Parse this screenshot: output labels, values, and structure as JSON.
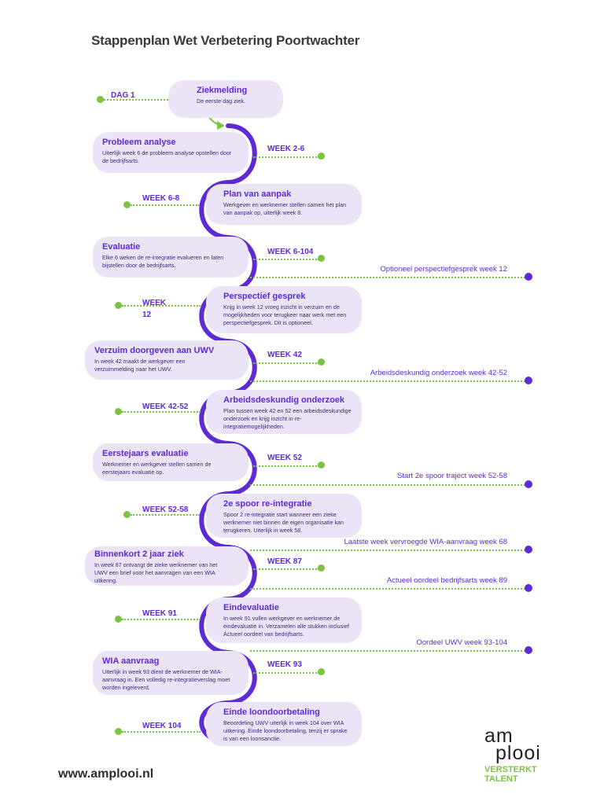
{
  "title": "Stappenplan Wet Verbetering Poortwachter",
  "start": {
    "label": "DAG 1",
    "heading": "Ziekmelding",
    "description": "De eerste dag ziek."
  },
  "steps": [
    {
      "heading": "Probleem analyse",
      "description": "Uiterlijk week 6 de probleem analyse opstellen door de bedrijfsarts.",
      "week": "WEEK 2-6"
    },
    {
      "heading": "Plan van aanpak",
      "description": "Werkgever en werknemer stellen samen het plan van aanpak op, uiterlijk week 8.",
      "week": "WEEK 6-8"
    },
    {
      "heading": "Evaluatie",
      "description": "Elke 6 weken de re-integratie evalueren en laten bijstellen door de bedrijfsarts.",
      "week": "WEEK 6-104"
    },
    {
      "heading": "Perspectief gesprek",
      "description": "Krijg in week 12 vroeg inzicht in verzuim en de mogelijkheden voor terugkeer naar werk met een perspectiefgesprek. Dit is optioneel.",
      "week": "WEEK 12"
    },
    {
      "heading": "Verzuim doorgeven aan UWV",
      "description": "In week 42 maakt de werkgever een verzuimmelding naar het UWV.",
      "week": "WEEK 42"
    },
    {
      "heading": "Arbeidsdeskundig onderzoek",
      "description": "Plan tussen week 42 en 52 een arbeidsdeskundige onderzoek en krijg inzicht in re-integratiemogelijkheden.",
      "week": "WEEK 42-52"
    },
    {
      "heading": "Eerstejaars evaluatie",
      "description": "Werknemer en werkgever stellen samen de eerstejaars evaluatie op.",
      "week": "WEEK 52"
    },
    {
      "heading": "2e spoor re-integratie",
      "description": "Spoor 2 re-integratie start wanneer een zieke werknemer niet binnen de eigen organisatie kan terugkeren. Uiterlijk in week 58.",
      "week": "WEEK 52-58"
    },
    {
      "heading": "Binnenkort 2 jaar ziek",
      "description": "In week 87 ontvangt de zieke werknemer van het UWV een brief voor het aanvragen van een WIA uitkering.",
      "week": "WEEK 87"
    },
    {
      "heading": "Eindevaluatie",
      "description": "In week 91 vullen werkgever en werknemer de eindevaluatie in. Verzamelen alle stukken inclusief Actueel oordeel van bedrijfsarts.",
      "week": "WEEK 91"
    },
    {
      "heading": "WIA aanvraag",
      "description": "Uiterlijk in week 93 dient de werknemer de WIA-aanvraag in. Een volledig re-integratieverslag moet worden ingeleverd.",
      "week": "WEEK 93"
    },
    {
      "heading": "Einde loondoorbetaling",
      "description": "Beoordeling UWV uiterlijk in week 104 over WIA uitkering. Einde loondoorbetaling, tenzij er sprake is van een loonsanctie.",
      "week": "WEEK 104"
    }
  ],
  "optional": [
    "Optioneel perspectiefgesprek week 12",
    "Arbeidsdeskundig onderzoek week 42-52",
    "Start 2e spoor traject week 52-58",
    "Laatste week vervroegde WIA-aanvraag week 68",
    "Actueel oordeel bedrijfsarts week 89",
    "Oordeel UWV week 93-104"
  ],
  "footer": {
    "url": "www.amplooi.nl",
    "logo_line1": "am",
    "logo_line2": "plooi",
    "tagline1": "VERSTERKT",
    "tagline2": "TALENT"
  },
  "colors": {
    "purple": "#5d2ad6",
    "green": "#7cc243",
    "card": "#ebe4f7"
  }
}
